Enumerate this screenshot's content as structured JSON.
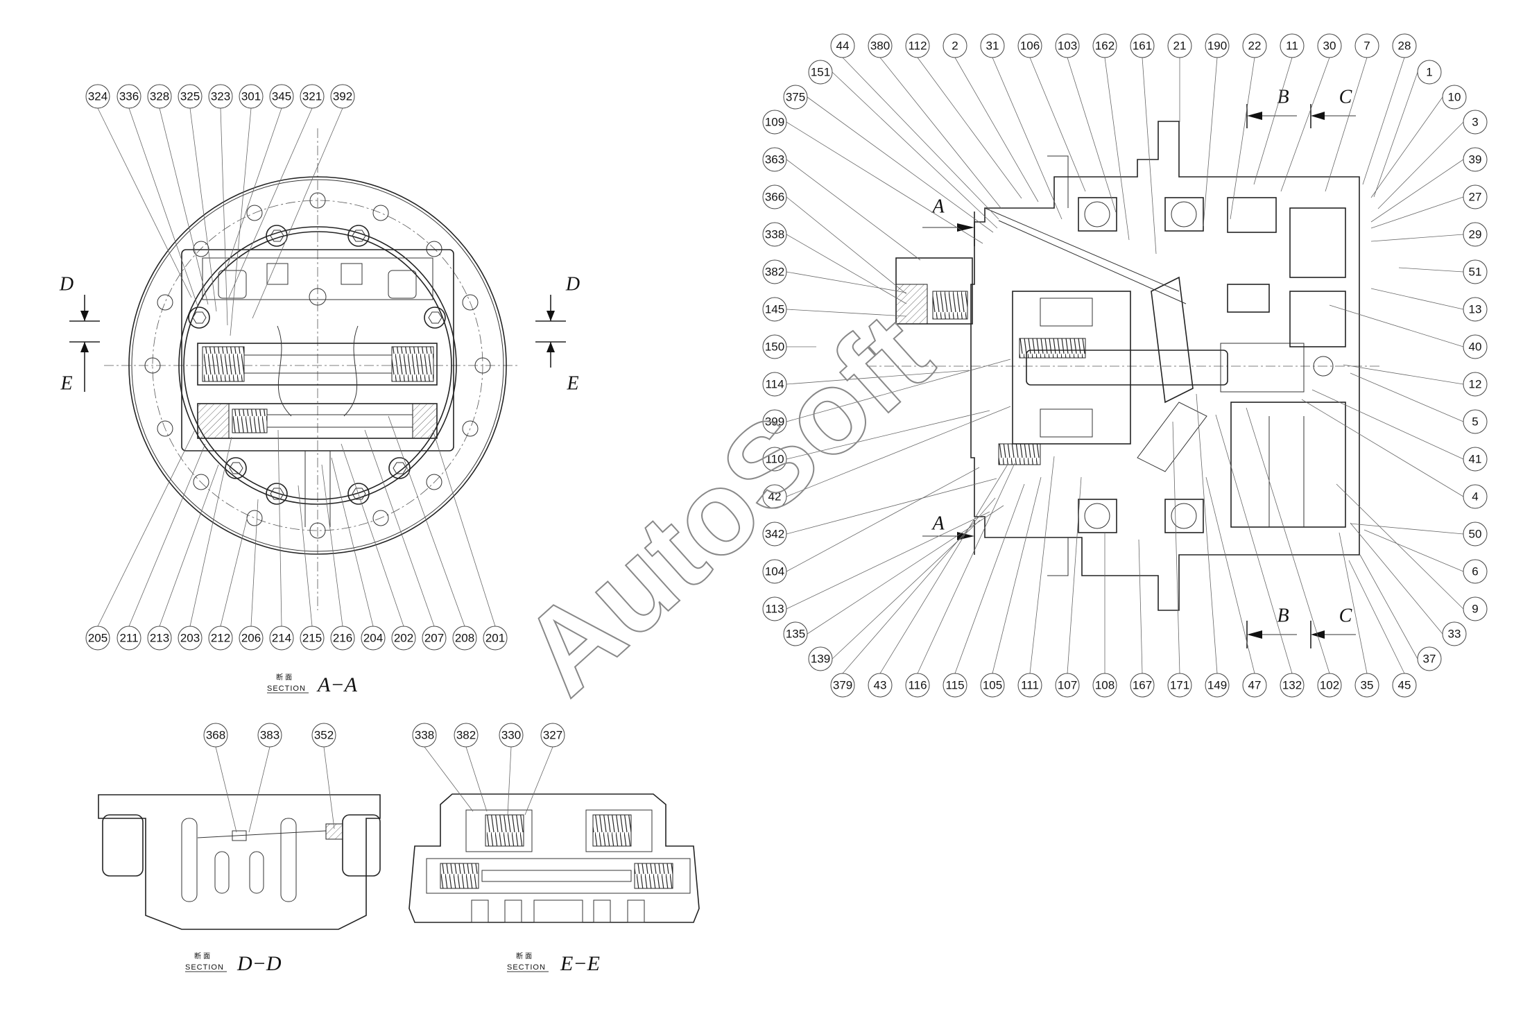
{
  "watermark": "AutoSoft",
  "sections": {
    "aa": {
      "small": "SECTION",
      "kanji": "断 面",
      "name": "A−A"
    },
    "dd": {
      "small": "SECTION",
      "kanji": "断 面",
      "name": "D−D"
    },
    "ee": {
      "small": "SECTION",
      "kanji": "断 面",
      "name": "E−E"
    }
  },
  "cut_letters": {
    "a": "A",
    "b": "B",
    "c": "C",
    "d": "D",
    "e": "E"
  },
  "labels": {
    "aa_top": [
      "324",
      "336",
      "328",
      "325",
      "323",
      "301",
      "345",
      "321",
      "392"
    ],
    "aa_bottom": [
      "205",
      "211",
      "213",
      "203",
      "212",
      "206",
      "214",
      "215",
      "216",
      "204",
      "202",
      "207",
      "208",
      "201"
    ],
    "dd_top": [
      "368",
      "383",
      "352"
    ],
    "ee_top": [
      "338",
      "382",
      "330",
      "327"
    ],
    "main_top": [
      "44",
      "380",
      "112",
      "2",
      "31",
      "106",
      "103",
      "162",
      "161",
      "21",
      "190",
      "22",
      "11",
      "30",
      "7",
      "28"
    ],
    "main_left": [
      "151",
      "375",
      "109",
      "363",
      "366",
      "338",
      "382",
      "145",
      "150",
      "114",
      "399",
      "110",
      "42",
      "342",
      "104",
      "113",
      "135",
      "139"
    ],
    "main_right": [
      "1",
      "10",
      "3",
      "39",
      "27",
      "29",
      "51",
      "13",
      "40",
      "12",
      "5",
      "41",
      "4",
      "50",
      "6",
      "9",
      "33",
      "37"
    ],
    "main_bottom": [
      "379",
      "43",
      "116",
      "115",
      "105",
      "111",
      "107",
      "108",
      "167",
      "171",
      "149",
      "47",
      "132",
      "102",
      "35",
      "45"
    ]
  }
}
